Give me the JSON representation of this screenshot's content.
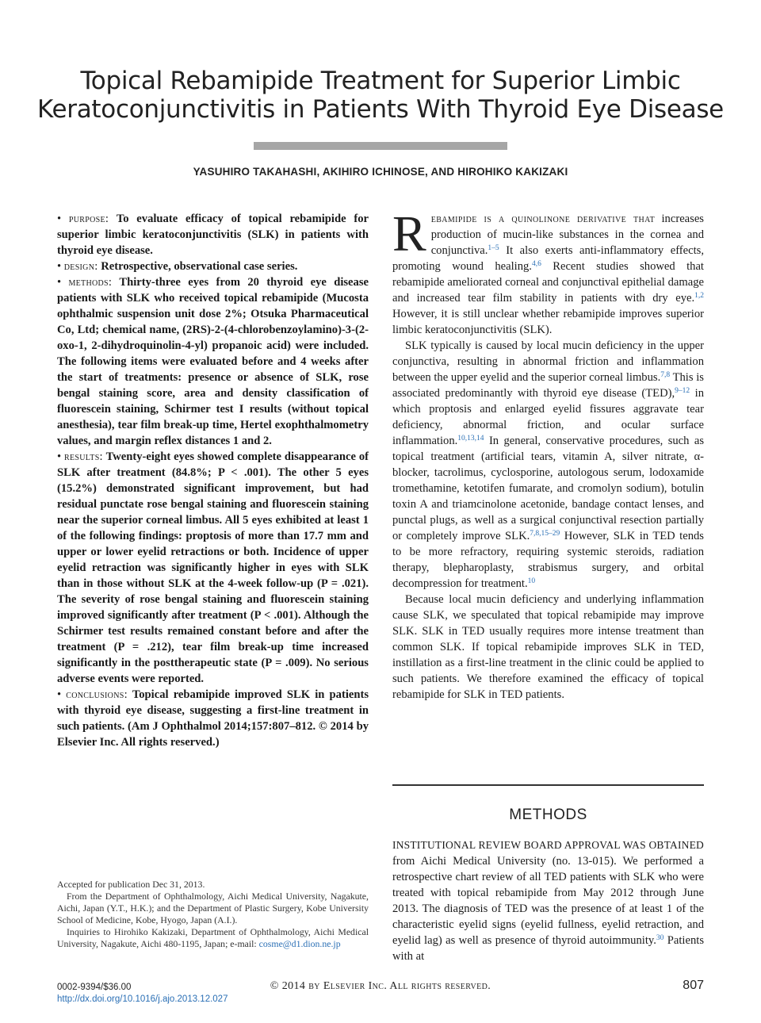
{
  "title_line1": "Topical Rebamipide Treatment for Superior Limbic",
  "title_line2": "Keratoconjunctivitis in Patients With Thyroid Eye Disease",
  "authors": "YASUHIRO TAKAHASHI, AKIHIRO ICHINOSE, AND HIROHIKO KAKIZAKI",
  "abstract": {
    "bullet": "•",
    "purpose_label": "purpose:",
    "purpose_text": "To evaluate efficacy of topical rebamipide for superior limbic keratoconjunctivitis (SLK) in patients with thyroid eye disease.",
    "design_label": "design:",
    "design_text": "Retrospective, observational case series.",
    "methods_label": "methods:",
    "methods_text": "Thirty-three eyes from 20 thyroid eye disease patients with SLK who received topical rebamipide (Mucosta ophthalmic suspension unit dose 2%; Otsuka Pharmaceutical Co, Ltd; chemical name, (2RS)-2-(4-chlorobenzoylamino)-3-(2-oxo-1, 2-dihydroquinolin-4-yl) propanoic acid) were included. The following items were evaluated before and 4 weeks after the start of treatments: presence or absence of SLK, rose bengal staining score, area and density classification of fluorescein staining, Schirmer test I results (without topical anesthesia), tear film break-up time, Hertel exophthalmometry values, and margin reflex distances 1 and 2.",
    "results_label": "results:",
    "results_text": "Twenty-eight eyes showed complete disappearance of SLK after treatment (84.8%; P < .001). The other 5 eyes (15.2%) demonstrated significant improvement, but had residual punctate rose bengal staining and fluorescein staining near the superior corneal limbus. All 5 eyes exhibited at least 1 of the following findings: proptosis of more than 17.7 mm and upper or lower eyelid retractions or both. Incidence of upper eyelid retraction was significantly higher in eyes with SLK than in those without SLK at the 4-week follow-up (P = .021). The severity of rose bengal staining and fluorescein staining improved significantly after treatment (P < .001). Although the Schirmer test results remained constant before and after the treatment (P = .212), tear film break-up time increased significantly in the posttherapeutic state (P = .009). No serious adverse events were reported.",
    "conclusions_label": "conclusions:",
    "conclusions_text": "Topical rebamipide improved SLK in patients with thyroid eye disease, suggesting a first-line treatment in such patients. (Am J Ophthalmol 2014;157:807–812. © 2014 by Elsevier Inc. All rights reserved.)"
  },
  "footnotes": {
    "accepted": "Accepted for publication Dec 31, 2013.",
    "from": "From the Department of Ophthalmology, Aichi Medical University, Nagakute, Aichi, Japan (Y.T., H.K.); and the Department of Plastic Surgery, Kobe University School of Medicine, Kobe, Hyogo, Japan (A.I.).",
    "inquiries": "Inquiries to Hirohiko Kakizaki, Department of Ophthalmology, Aichi Medical University, Nagakute, Aichi 480-1195, Japan; e-mail:",
    "email": "cosme@d1.dion.ne.jp"
  },
  "body": {
    "dropcap": "R",
    "p1_lead": "ebamipide is a quinolinone derivative that",
    "p1_a": "increases production of mucin-like substances in the cornea and conjunctiva.",
    "ref_1_5": "1–5",
    "p1_b": "It also exerts anti-inflammatory effects, promoting wound healing.",
    "ref_4_6": "4,6",
    "p1_c": "Recent studies showed that rebamipide ameliorated corneal and conjunctival epithelial damage and increased tear film stability in patients with dry eye.",
    "ref_1_2": "1,2",
    "p1_d": "However, it is still unclear whether rebamipide improves superior limbic keratoconjunctivitis (SLK).",
    "p2_a": "SLK typically is caused by local mucin deficiency in the upper conjunctiva, resulting in abnormal friction and inflammation between the upper eyelid and the superior corneal limbus.",
    "ref_7_8": "7,8",
    "p2_b": "This is associated predominantly with thyroid eye disease (TED),",
    "ref_9_12": "9–12",
    "p2_c": "in which proptosis and enlarged eyelid fissures aggravate tear deficiency, abnormal friction, and ocular surface inflammation.",
    "ref_10_13_14": "10,13,14",
    "p2_d": "In general, conservative procedures, such as topical treatment (artificial tears, vitamin A, silver nitrate, α-blocker, tacrolimus, cyclosporine, autologous serum, lodoxamide tromethamine, ketotifen fumarate, and cromolyn sodium), botulin toxin A and triamcinolone acetonide, bandage contact lenses, and punctal plugs, as well as a surgical conjunctival resection partially or completely improve SLK.",
    "ref_7_8_15_29": "7,8,15–29",
    "p2_e": "However, SLK in TED tends to be more refractory, requiring systemic steroids, radiation therapy, blepharoplasty, strabismus surgery, and orbital decompression for treatment.",
    "ref_10": "10",
    "p3": "Because local mucin deficiency and underlying inflammation cause SLK, we speculated that topical rebamipide may improve SLK. SLK in TED usually requires more intense treatment than common SLK. If topical rebamipide improves SLK in TED, instillation as a first-line treatment in the clinic could be applied to such patients. We therefore examined the efficacy of topical rebamipide for SLK in TED patients."
  },
  "methods": {
    "heading": "METHODS",
    "lead": "INSTITUTIONAL REVIEW BOARD APPROVAL WAS OBTAINED",
    "text_a": "from Aichi Medical University (no. 13-015). We performed a retrospective chart review of all TED patients with SLK who were treated with topical rebamipide from May 2012 through June 2013. The diagnosis of TED was the presence of at least 1 of the characteristic eyelid signs (eyelid fullness, eyelid retraction, and eyelid lag) as well as presence of thyroid autoimmunity.",
    "ref_30": "30",
    "text_b": "Patients with at"
  },
  "footer": {
    "issn": "0002-9394/$36.00",
    "doi": "http://dx.doi.org/10.1016/j.ajo.2013.12.027",
    "copyright": "© 2014 by Elsevier Inc. All rights reserved.",
    "page_number": "807"
  },
  "colors": {
    "link": "#2a6fb5",
    "title_rule": "#a6a6a6"
  }
}
